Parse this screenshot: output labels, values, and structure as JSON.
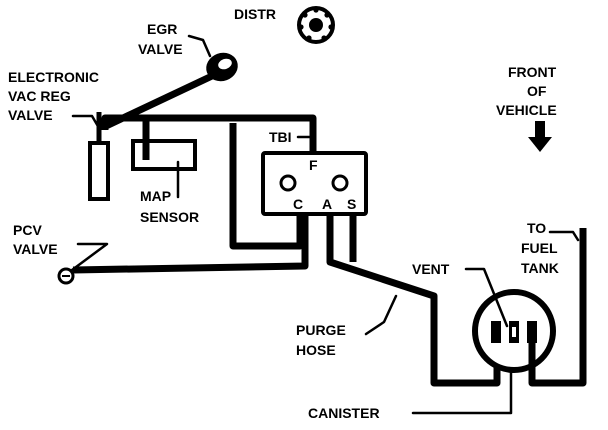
{
  "labels": {
    "distr": "DISTR",
    "egr_valve_1": "EGR",
    "egr_valve_2": "VALVE",
    "evrv_1": "ELECTRONIC",
    "evrv_2": "VAC REG",
    "evrv_3": "VALVE",
    "tbi": "TBI",
    "port_f": "F",
    "port_c": "C",
    "port_a": "A",
    "port_s": "S",
    "map_1": "MAP",
    "map_2": "SENSOR",
    "pcv_1": "PCV",
    "pcv_2": "VALVE",
    "front_1": "FRONT",
    "front_2": "OF",
    "front_3": "VEHICLE",
    "to_fuel_1": "TO",
    "to_fuel_2": "FUEL",
    "to_fuel_3": "TANK",
    "vent": "VENT",
    "purge_1": "PURGE",
    "purge_2": "HOSE",
    "canister": "CANISTER"
  }
}
